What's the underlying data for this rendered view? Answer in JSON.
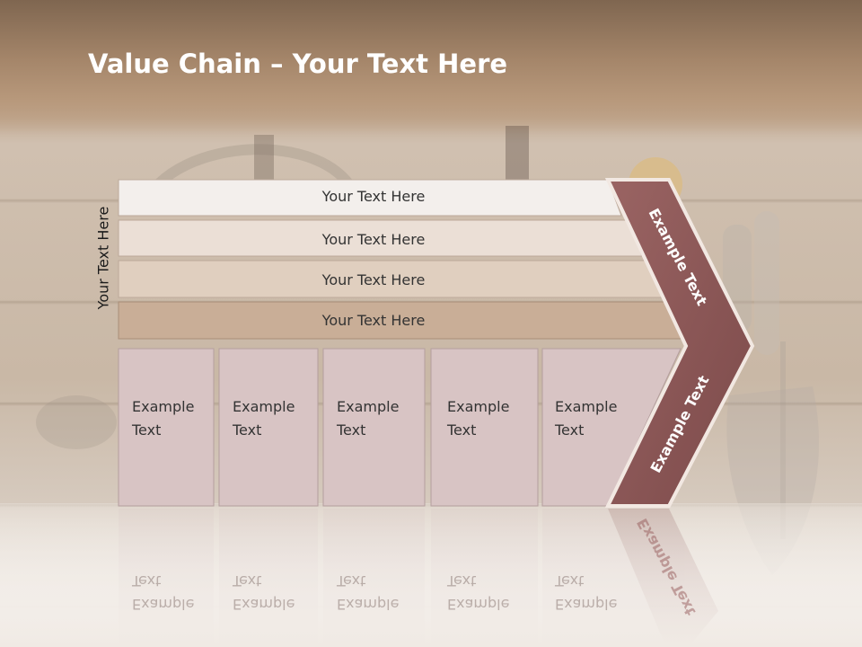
{
  "title": {
    "bold": "Value Chain",
    "rest": " – Your Text Here"
  },
  "side_label": "Your Text Here",
  "bars": [
    {
      "label": "Your Text Here",
      "color": "#f3efec"
    },
    {
      "label": "Your Text Here",
      "color": "#ebdfd6"
    },
    {
      "label": "Your Text Here",
      "color": "#e0cfbf"
    },
    {
      "label": "Your Text Here",
      "color": "#c9ae97"
    }
  ],
  "boxes": [
    {
      "label": "Example Text"
    },
    {
      "label": "Example Text"
    },
    {
      "label": "Example Text"
    },
    {
      "label": "Example Text"
    },
    {
      "label": "Example Text"
    }
  ],
  "box_color": "#d8c4c4",
  "chevron": {
    "top_label": "Example Text",
    "bottom_label": "Example Text",
    "color": "#8b5656",
    "border": "#f2e8e2"
  }
}
